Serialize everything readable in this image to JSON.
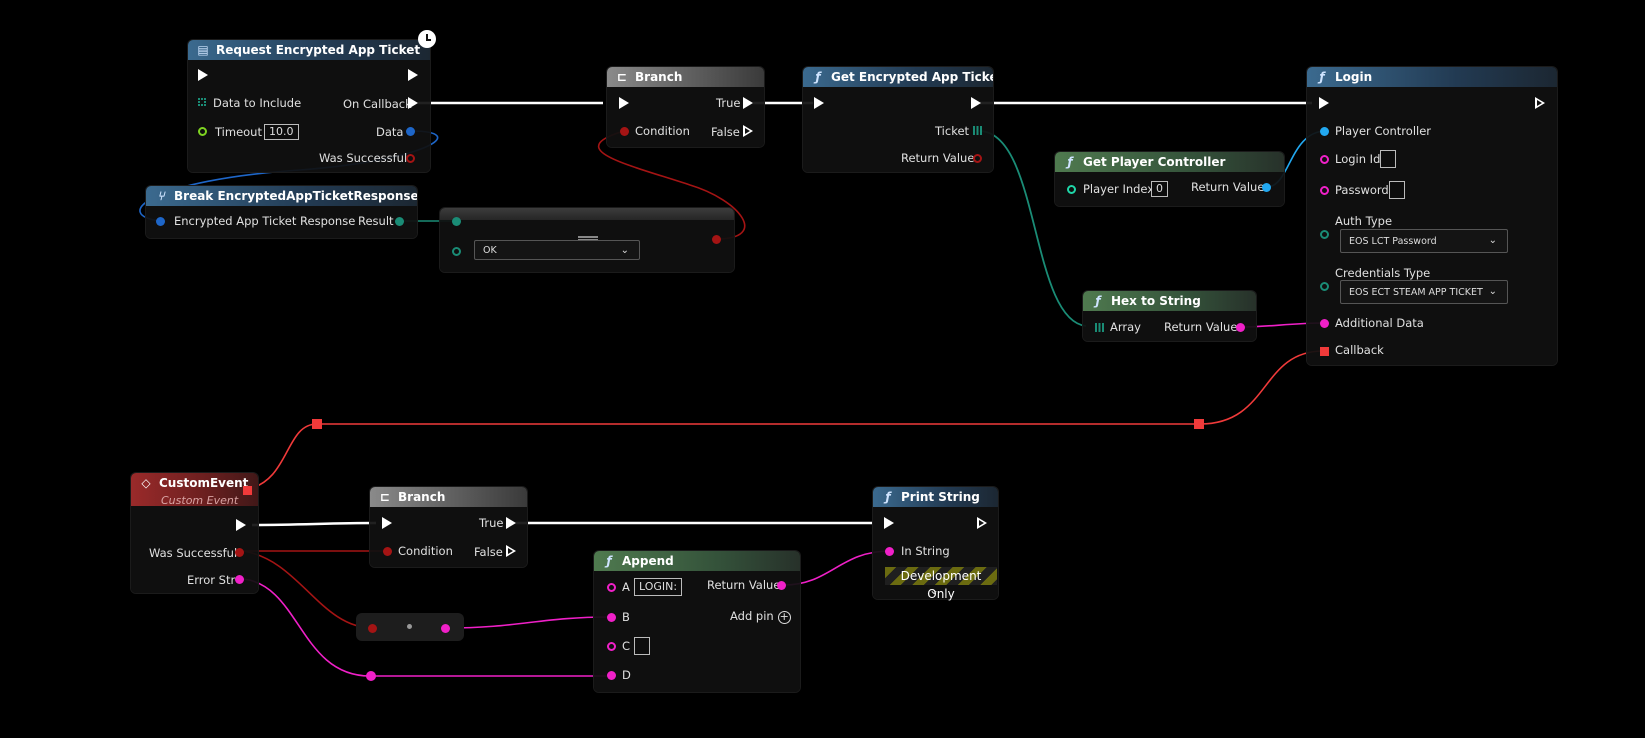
{
  "colors": {
    "exec": "#ffffff",
    "bool": "#a41414",
    "string": "#f020c8",
    "struct": "#1e66c8",
    "object": "#22a8f0",
    "enum": "#1a8c76",
    "byte": "#1a8c76",
    "delegate": "#f03a3a"
  },
  "nodes": {
    "request_ticket": {
      "title": "Request Encrypted App Ticket",
      "data_to_include": "Data to Include",
      "on_callback": "On Callback",
      "timeout_label": "Timeout",
      "timeout_value": "10.0",
      "data": "Data",
      "was_successful": "Was Successful"
    },
    "break_response": {
      "title": "Break EncryptedAppTicketResponse",
      "input": "Encrypted App Ticket Response",
      "result": "Result"
    },
    "equals": {
      "enum_value": "OK"
    },
    "branch1": {
      "title": "Branch",
      "true_label": "True",
      "condition": "Condition",
      "false_label": "False"
    },
    "get_ticket": {
      "title": "Get Encrypted App Ticket",
      "ticket": "Ticket",
      "return_value": "Return Value"
    },
    "get_pc": {
      "title": "Get Player Controller",
      "player_index": "Player Index",
      "player_index_value": "0",
      "return_value": "Return Value"
    },
    "hex_to_string": {
      "title": "Hex to String",
      "array": "Array",
      "return_value": "Return Value"
    },
    "login": {
      "title": "Login",
      "player_controller": "Player Controller",
      "login_id": "Login Id",
      "password": "Password",
      "auth_type": "Auth Type",
      "auth_type_value": "EOS LCT Password",
      "credentials_type": "Credentials Type",
      "credentials_type_value": "EOS ECT STEAM APP TICKET",
      "additional_data": "Additional Data",
      "callback": "Callback"
    },
    "custom_event": {
      "title": "CustomEvent",
      "subtitle": "Custom Event",
      "was_successful": "Was Successful",
      "error_str": "Error Str"
    },
    "branch2": {
      "title": "Branch",
      "true_label": "True",
      "condition": "Condition",
      "false_label": "False"
    },
    "print_string": {
      "title": "Print String",
      "in_string": "In String",
      "dev_only": "Development Only"
    },
    "append": {
      "title": "Append",
      "a": "A",
      "a_value": "LOGIN:",
      "b": "B",
      "c": "C",
      "d": "D",
      "return_value": "Return Value",
      "add_pin": "Add pin"
    }
  }
}
